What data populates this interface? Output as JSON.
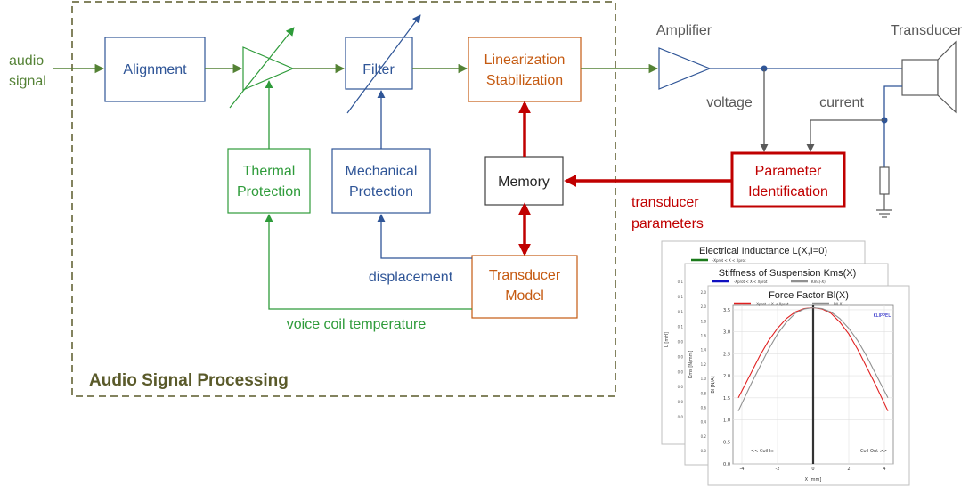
{
  "input": {
    "line1": "audio",
    "line2": "signal"
  },
  "blocks": {
    "alignment": "Alignment",
    "filter": "Filter",
    "linearization_1": "Linearization",
    "linearization_2": "Stabilization",
    "thermal_1": "Thermal",
    "thermal_2": "Protection",
    "mechanical_1": "Mechanical",
    "mechanical_2": "Protection",
    "memory": "Memory",
    "model_1": "Transducer",
    "model_2": "Model",
    "param_1": "Parameter",
    "param_2": "Identification"
  },
  "labels": {
    "amplifier": "Amplifier",
    "transducer": "Transducer",
    "voltage": "voltage",
    "current": "current",
    "transducer_params_1": "transducer",
    "transducer_params_2": "parameters",
    "displacement": "displacement",
    "voice_coil": "voice coil temperature",
    "processing": "Audio Signal Processing"
  },
  "colors": {
    "green": "#548235",
    "bright_green": "#2e9b3a",
    "blue": "#2f5597",
    "orange": "#c55a11",
    "red": "#c00000",
    "gray": "#7f7f7f"
  },
  "charts": {
    "back": {
      "title": "Electrical Inductance L(X,I=0)",
      "legend": "-Xprot < X < Xprot",
      "ylabel": "L [mH]",
      "yticks": [
        "0.1",
        "0.1",
        "0.1",
        "0.1",
        "0.0",
        "0.0",
        "0.0",
        "0.0",
        "0.0",
        "0.0"
      ]
    },
    "mid": {
      "title": "Stiffness of Suspension Kms(X)",
      "legend_a": "-Xprot < X < Xprot",
      "legend_b": "Kms(-X)",
      "ylabel": "Kms [N/mm]",
      "yticks": [
        "2.0",
        "2.0",
        "1.8",
        "1.6",
        "1.4",
        "1.2",
        "1.0",
        "0.8",
        "0.6",
        "0.4",
        "0.2",
        "0.0"
      ]
    }
  },
  "chart_data": {
    "type": "line",
    "title": "Force Factor Bl(X)",
    "xlabel": "X [mm]",
    "ylabel": "Bl [N/A]",
    "watermark": "KLIPPEL",
    "annotations": {
      "left": "<< Coil In",
      "right": "Coil Out >>"
    },
    "legend": [
      "-Xprot < X < Xprot",
      "Bl(-X)"
    ],
    "xlim": [
      -4.5,
      4.5
    ],
    "ylim": [
      0,
      3.6
    ],
    "x_ticks": [
      "-4",
      "-2",
      "0",
      "2",
      "4"
    ],
    "y_ticks": [
      "0.0",
      "0.5",
      "1.0",
      "1.5",
      "2.0",
      "2.5",
      "3.0",
      "3.5"
    ],
    "grid": true,
    "series": [
      {
        "name": "-Xprot < X < Xprot",
        "color": "#e02020",
        "x": [
          -4.2,
          -3.5,
          -3.0,
          -2.5,
          -2.0,
          -1.5,
          -1.0,
          -0.5,
          0.0,
          0.5,
          1.0,
          1.5,
          2.0,
          2.5,
          3.0,
          3.5,
          4.2
        ],
        "y": [
          1.5,
          2.05,
          2.45,
          2.8,
          3.08,
          3.3,
          3.45,
          3.53,
          3.55,
          3.52,
          3.42,
          3.22,
          2.95,
          2.6,
          2.2,
          1.8,
          1.2
        ]
      },
      {
        "name": "Bl(-X)",
        "color": "#909090",
        "x": [
          -4.2,
          -3.5,
          -3.0,
          -2.5,
          -2.0,
          -1.5,
          -1.0,
          -0.5,
          0.0,
          0.5,
          1.0,
          1.5,
          2.0,
          2.5,
          3.0,
          3.5,
          4.2
        ],
        "y": [
          1.2,
          1.8,
          2.2,
          2.6,
          2.95,
          3.22,
          3.42,
          3.52,
          3.55,
          3.53,
          3.45,
          3.3,
          3.08,
          2.8,
          2.45,
          2.05,
          1.5
        ]
      }
    ]
  }
}
